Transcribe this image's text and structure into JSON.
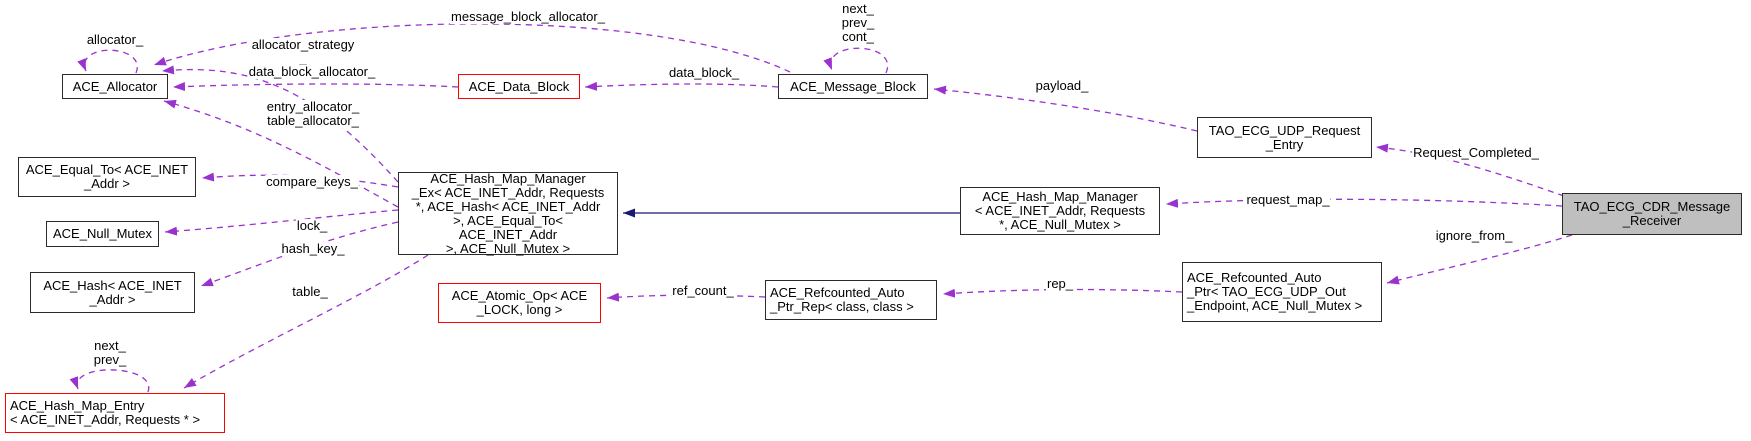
{
  "diagram": {
    "type": "doxygen-collaboration-graph",
    "colors": {
      "edge": "#9a32cd",
      "inheritance": "#191970",
      "main_node_fill": "#bfbfbf",
      "truncated_node_border": "#ff0000",
      "node_border": "#2b2b2b",
      "background": "#ffffff"
    },
    "nodes": {
      "ace_allocator": {
        "label": "ACE_Allocator"
      },
      "ace_data_block": {
        "label": "ACE_Data_Block"
      },
      "ace_message_block": {
        "label": "ACE_Message_Block"
      },
      "tao_ecg_udp_request_entry": {
        "label": "TAO_ECG_UDP_Request\n_Entry"
      },
      "tao_ecg_cdr_message_receiver": {
        "label": "TAO_ECG_CDR_Message\n_Receiver"
      },
      "ace_equal_to": {
        "label": "ACE_Equal_To< ACE_INET\n_Addr >"
      },
      "ace_null_mutex": {
        "label": "ACE_Null_Mutex"
      },
      "ace_hash": {
        "label": "ACE_Hash< ACE_INET\n_Addr >"
      },
      "ace_hash_map_entry": {
        "label": "ACE_Hash_Map_Entry\n< ACE_INET_Addr, Requests * >"
      },
      "ace_hash_map_manager_ex": {
        "label": "ACE_Hash_Map_Manager\n_Ex< ACE_INET_Addr, Requests\n*, ACE_Hash< ACE_INET_Addr\n>, ACE_Equal_To< ACE_INET_Addr\n>, ACE_Null_Mutex >"
      },
      "ace_hash_map_manager": {
        "label": "ACE_Hash_Map_Manager\n< ACE_INET_Addr, Requests\n*, ACE_Null_Mutex >"
      },
      "ace_atomic_op": {
        "label": "ACE_Atomic_Op< ACE\n_LOCK, long >"
      },
      "ace_refcounted_auto_ptr_rep": {
        "label": "ACE_Refcounted_Auto\n_Ptr_Rep< class, class >"
      },
      "ace_refcounted_auto_ptr": {
        "label": "ACE_Refcounted_Auto\n_Ptr< TAO_ECG_UDP_Out\n_Endpoint, ACE_Null_Mutex >"
      }
    },
    "edge_labels": {
      "allocator": "allocator_",
      "message_block_allocator": "message_block_allocator_",
      "allocator_strategy": "allocator_strategy\n_",
      "data_block_allocator": "data_block_allocator_",
      "entry_table_allocator": "entry_allocator_\ntable_allocator_",
      "data_block": "data_block_",
      "next_prev_cont": "next_\nprev_\ncont_",
      "payload": "payload_",
      "request_completed": "Request_Completed_",
      "request_map": "request_map_",
      "ignore_from": "ignore_from_",
      "compare_keys": "compare_keys_",
      "lock": "lock_",
      "hash_key": "hash_key_",
      "table": "table_",
      "next_prev": "next_\nprev_",
      "ref_count": "ref_count_",
      "rep": "rep_"
    }
  }
}
